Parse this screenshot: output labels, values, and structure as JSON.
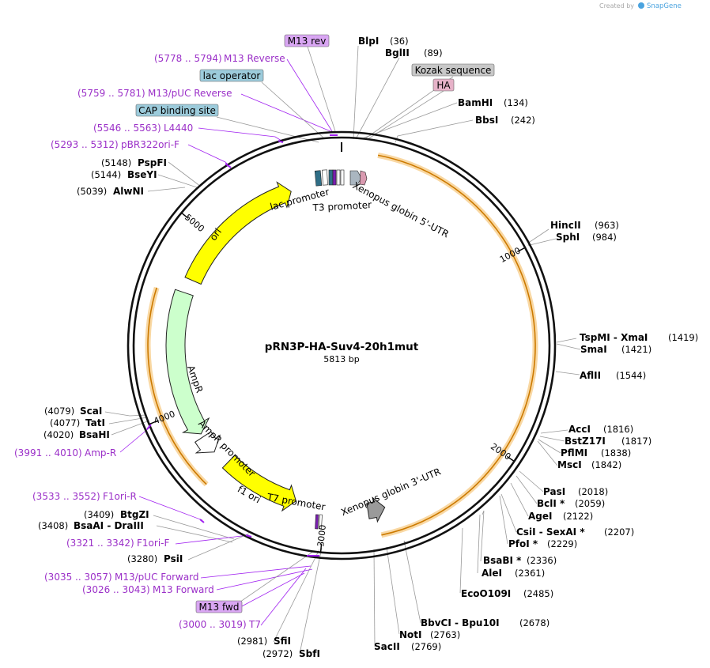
{
  "title": "pRN3P-HA-Suv4-20h1mut",
  "subtitle": "5813 bp",
  "credit": {
    "prefix": "Created by",
    "brand": "SnapGene"
  },
  "ticks": [
    {
      "label": "1000",
      "bp": 1000
    },
    {
      "label": "2000",
      "bp": 2000
    },
    {
      "label": "3000",
      "bp": 3000
    },
    {
      "label": "4000",
      "bp": 4000
    },
    {
      "label": "5000",
      "bp": 5000
    }
  ],
  "colors": {
    "ori": "#ffff00",
    "ampr": "#ccffcc",
    "utr": "#9a9a9a",
    "highlight": "#f9d8a3",
    "primer": "#a020f0",
    "lac_operator": "#9ccbdb",
    "cap_site": "#9ccbdb",
    "kozak": "#c8c8c8",
    "ha": "#e6b2c8",
    "m13_box": "#d9a6f3"
  },
  "features": {
    "ori": "ori",
    "ampr": "AmpR",
    "ampr_promoter": "AmpR promoter",
    "f1_ori": "f1 ori",
    "t7_promoter": "T7 promoter",
    "lac_promoter": "lac promoter",
    "t3_promoter": "T3 promoter",
    "utr5": "Xenopus globin 5'-UTR",
    "utr3": "Xenopus globin 3'-UTR"
  },
  "boxes": {
    "m13_rev": "M13 rev",
    "lac_operator": "lac operator",
    "cap_site": "CAP binding site",
    "kozak": "Kozak sequence",
    "ha": "HA",
    "m13_fwd": "M13 fwd"
  },
  "enzymes": [
    {
      "name": "BlpI",
      "pos": "(36)"
    },
    {
      "name": "BglII",
      "pos": "(89)"
    },
    {
      "name": "BamHI",
      "pos": "(134)"
    },
    {
      "name": "BbsI",
      "pos": "(242)"
    },
    {
      "name": "HincII",
      "pos": "(963)"
    },
    {
      "name": "SphI",
      "pos": "(984)"
    },
    {
      "name": "TspMI - XmaI",
      "pos": "(1419)"
    },
    {
      "name": "SmaI",
      "pos": "(1421)"
    },
    {
      "name": "AflII",
      "pos": "(1544)"
    },
    {
      "name": "AccI",
      "pos": "(1816)"
    },
    {
      "name": "BstZ17I",
      "pos": "(1817)"
    },
    {
      "name": "PflMI",
      "pos": "(1838)"
    },
    {
      "name": "MscI",
      "pos": "(1842)"
    },
    {
      "name": "PasI",
      "pos": "(2018)"
    },
    {
      "name": "BclI *",
      "pos": "(2059)"
    },
    {
      "name": "AgeI",
      "pos": "(2122)"
    },
    {
      "name": "CsiI - SexAI *",
      "pos": "(2207)"
    },
    {
      "name": "PfoI *",
      "pos": "(2229)"
    },
    {
      "name": "BsaBI *",
      "pos": "(2336)"
    },
    {
      "name": "AleI",
      "pos": "(2361)"
    },
    {
      "name": "EcoO109I",
      "pos": "(2485)"
    },
    {
      "name": "BbvCI - Bpu10I",
      "pos": "(2678)"
    },
    {
      "name": "NotI",
      "pos": "(2763)"
    },
    {
      "name": "SacII",
      "pos": "(2769)"
    },
    {
      "name": "SfiI",
      "pos": "(2981)"
    },
    {
      "name": "SbfI",
      "pos": "(2972)"
    },
    {
      "name": "PsiI",
      "pos": "(3280)"
    },
    {
      "name": "BtgZI",
      "pos": "(3409)"
    },
    {
      "name": "BsaAI - DraIII",
      "pos": "(3408)"
    },
    {
      "name": "BsaHI",
      "pos": "(4020)"
    },
    {
      "name": "TatI",
      "pos": "(4077)"
    },
    {
      "name": "ScaI",
      "pos": "(4079)"
    },
    {
      "name": "AlwNI",
      "pos": "(5039)"
    },
    {
      "name": "BseYI",
      "pos": "(5144)"
    },
    {
      "name": "PspFI",
      "pos": "(5148)"
    }
  ],
  "primers": [
    {
      "name": "M13 Reverse",
      "range": "(5778 .. 5794)"
    },
    {
      "name": "M13/pUC Reverse",
      "range": "(5759 .. 5781)"
    },
    {
      "name": "L4440",
      "range": "(5546 .. 5563)"
    },
    {
      "name": "pBR322ori-F",
      "range": "(5293 .. 5312)"
    },
    {
      "name": "Amp-R",
      "range": "(3991 .. 4010)"
    },
    {
      "name": "F1ori-R",
      "range": "(3533 .. 3552)"
    },
    {
      "name": "F1ori-F",
      "range": "(3321 .. 3342)"
    },
    {
      "name": "M13/pUC Forward",
      "range": "(3035 .. 3057)"
    },
    {
      "name": "M13 Forward",
      "range": "(3026 .. 3043)"
    },
    {
      "name": "T7",
      "range": "(3000 .. 3019)"
    }
  ]
}
